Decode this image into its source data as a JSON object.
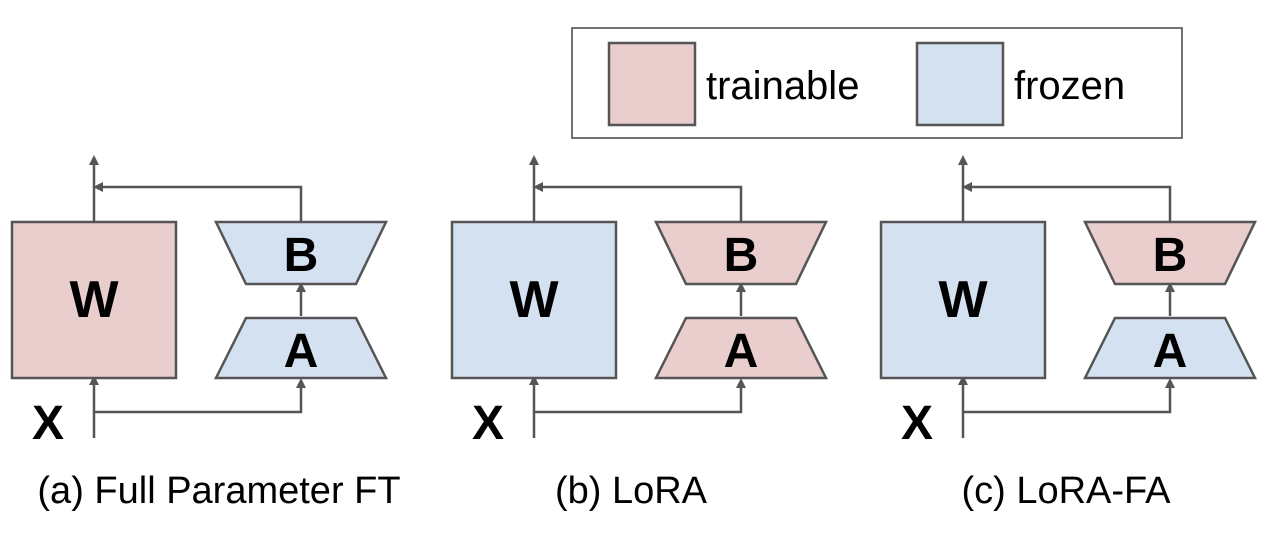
{
  "colors": {
    "trainable": "#eacdcd",
    "frozen": "#d3e1f1",
    "stroke": "#555555"
  },
  "legend": {
    "trainable_label": "trainable",
    "frozen_label": "frozen"
  },
  "panels": [
    {
      "caption": "(a) Full Parameter FT",
      "input_label": "X",
      "w": {
        "label": "W",
        "state": "trainable"
      },
      "b": {
        "label": "B",
        "state": "frozen"
      },
      "a": {
        "label": "A",
        "state": "frozen"
      }
    },
    {
      "caption": "(b) LoRA",
      "input_label": "X",
      "w": {
        "label": "W",
        "state": "frozen"
      },
      "b": {
        "label": "B",
        "state": "trainable"
      },
      "a": {
        "label": "A",
        "state": "trainable"
      }
    },
    {
      "caption": "(c) LoRA-FA",
      "input_label": "X",
      "w": {
        "label": "W",
        "state": "frozen"
      },
      "b": {
        "label": "B",
        "state": "trainable"
      },
      "a": {
        "label": "A",
        "state": "frozen"
      }
    }
  ]
}
